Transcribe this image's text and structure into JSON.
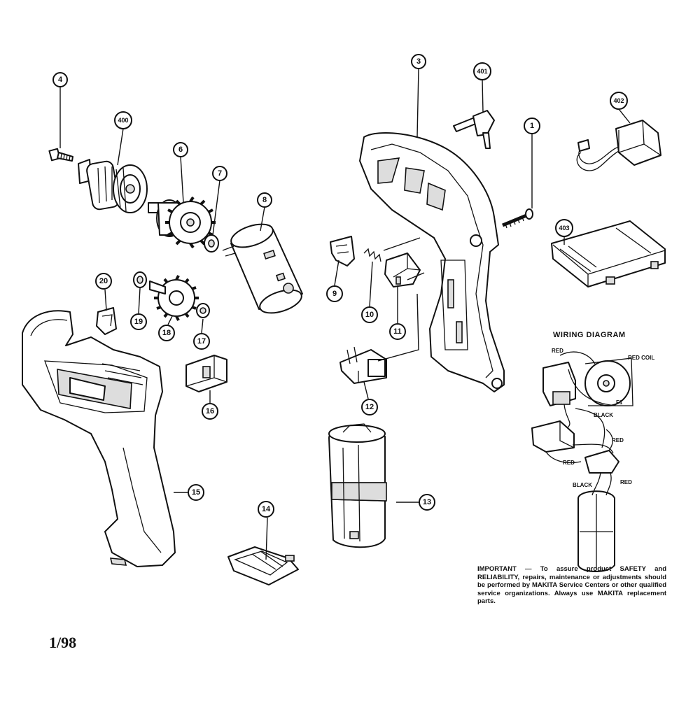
{
  "diagram": {
    "part_numbers": [
      "1",
      "3",
      "4",
      "6",
      "7",
      "8",
      "9",
      "10",
      "11",
      "12",
      "13",
      "14",
      "15",
      "16",
      "17",
      "18",
      "19",
      "20",
      "400",
      "401",
      "402",
      "403"
    ],
    "wiring_diagram": {
      "title": "WIRING DIAGRAM",
      "labels": [
        "RED",
        "RED COIL",
        "F1",
        "BLACK",
        "RED",
        "RED",
        "BLACK",
        "RED"
      ]
    },
    "notice": "IMPORTANT — To assure product SAFETY and RELIABILITY, repairs, maintenance or adjustments should be performed by MAKITA Service Centers or other qualified service organizations. Always use MAKITA replacement parts.",
    "page_number": "1/98"
  }
}
